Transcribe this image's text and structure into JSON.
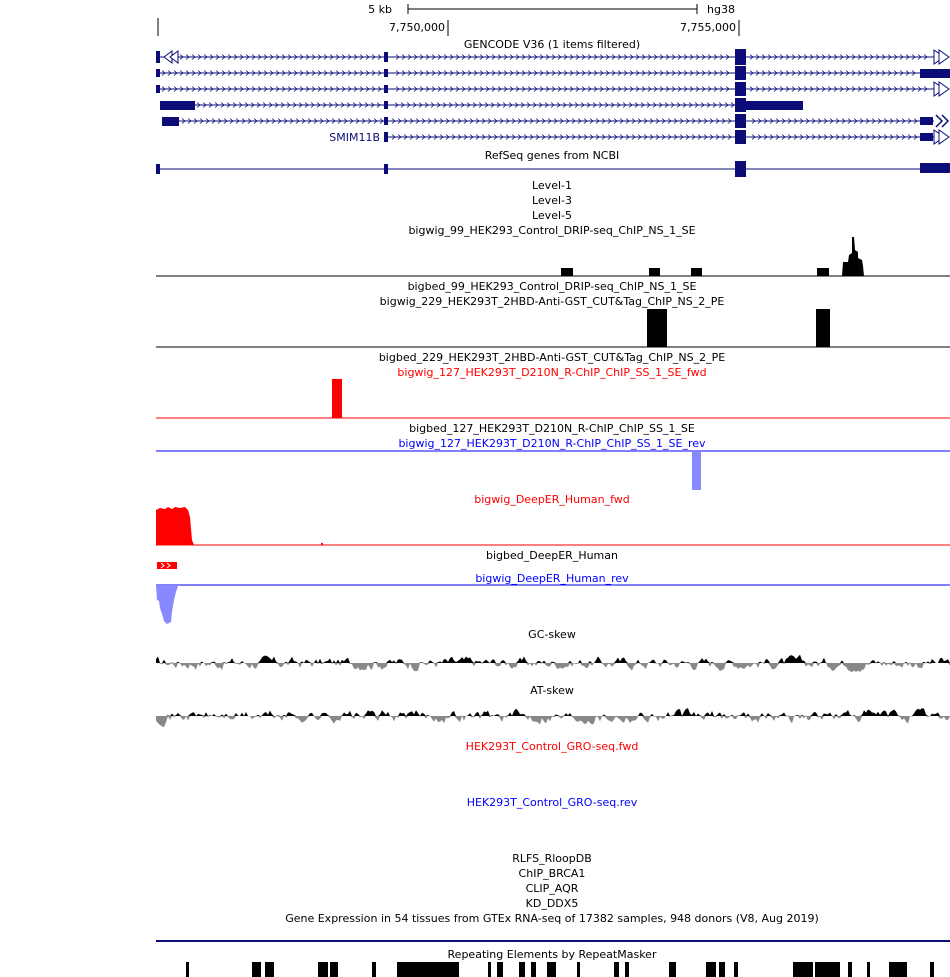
{
  "ruler": {
    "scale_label": "5 kb",
    "assembly": "hg38",
    "positions": [
      "7,750,000",
      "7,755,000"
    ]
  },
  "tracks": {
    "gencode": {
      "title": "GENCODE V36 (1 items filtered)",
      "gene_label": "SMIM11B",
      "color": "#0c0c78"
    },
    "refseq": {
      "title": "RefSeq genes from NCBI",
      "color": "#0c0c78"
    },
    "levels": [
      "Level-1",
      "Level-3",
      "Level-5"
    ],
    "drip_bigwig": {
      "title": "bigwig_99_HEK293_Control_DRIP-seq_ChIP_NS_1_SE"
    },
    "drip_bigbed": {
      "title": "bigbed_99_HEK293_Control_DRIP-seq_ChIP_NS_1_SE"
    },
    "cut_bigwig": {
      "title": "bigwig_229_HEK293T_2HBD-Anti-GST_CUT&Tag_ChIP_NS_2_PE"
    },
    "cut_bigbed": {
      "title": "bigbed_229_HEK293T_2HBD-Anti-GST_CUT&Tag_ChIP_NS_2_PE"
    },
    "rchip_fwd": {
      "title": "bigwig_127_HEK293T_D210N_R-ChIP_ChIP_SS_1_SE_fwd",
      "color": "#ff0000"
    },
    "rchip_bigbed": {
      "title": "bigbed_127_HEK293T_D210N_R-ChIP_ChIP_SS_1_SE"
    },
    "rchip_rev": {
      "title": "bigwig_127_HEK293T_D210N_R-ChIP_ChIP_SS_1_SE_rev",
      "color": "#0000ff"
    },
    "deeper_fwd": {
      "title": "bigwig_DeepER_Human_fwd",
      "color": "#ff0000"
    },
    "deeper_bigbed": {
      "title": "bigbed_DeepER_Human"
    },
    "deeper_rev": {
      "title": "bigwig_DeepER_Human_rev",
      "color": "#0000ff"
    },
    "gc_skew": {
      "title": "GC-skew"
    },
    "at_skew": {
      "title": "AT-skew"
    },
    "gro_fwd": {
      "title": "HEK293T_Control_GRO-seq.fwd",
      "color": "#ff0000"
    },
    "gro_rev": {
      "title": "HEK293T_Control_GRO-seq.rev",
      "color": "#0000ff"
    },
    "rlfs": {
      "title": "RLFS_RloopDB"
    },
    "brca1": {
      "title": "ChIP_BRCA1"
    },
    "aqr": {
      "title": "CLIP_AQR"
    },
    "ddx5": {
      "title": "KD_DDX5"
    },
    "gtex": {
      "title": "Gene Expression in 54 tissues from GTEx RNA-seq of 17382 samples, 948 donors (V8, Aug 2019)"
    },
    "rmsk": {
      "title": "Repeating Elements by RepeatMasker"
    }
  },
  "colors": {
    "gene": "#0c0c78",
    "fwd_signal": "#ff0000",
    "rev_signal": "#8888ff",
    "rev_label": "#0000ff",
    "skew_pos": "#000000",
    "skew_neg": "#888888"
  }
}
